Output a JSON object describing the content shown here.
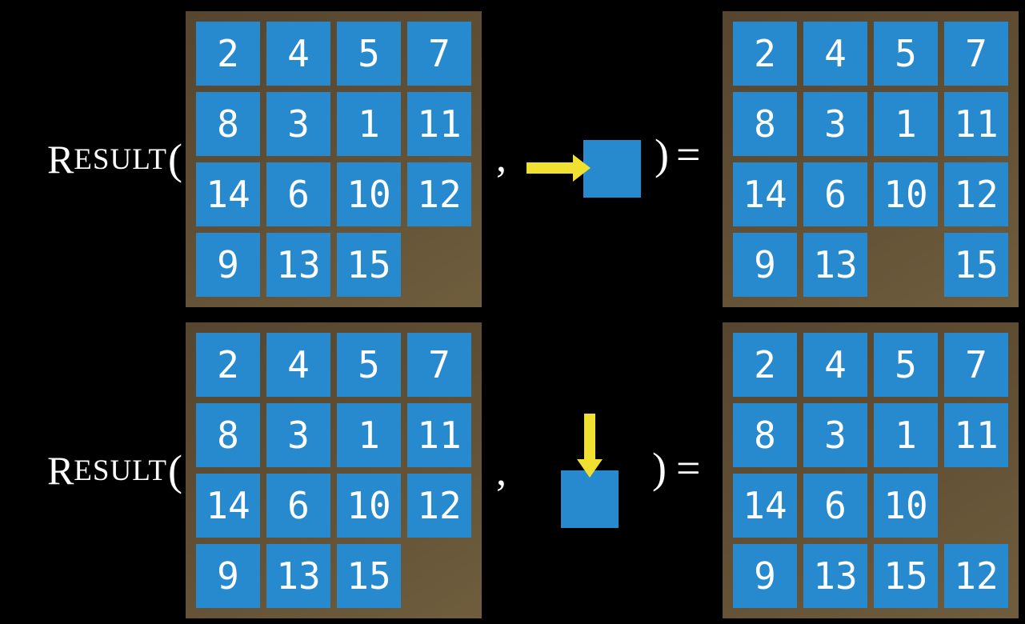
{
  "colors": {
    "background": "#000000",
    "tile_blue": "#2789ce",
    "frame_brown": "#5f4e33",
    "frame_brown_dark": "#564630",
    "frame_brown_light": "#6f5d3e",
    "arrow_yellow": "#f0e032",
    "text_white": "#ffffff"
  },
  "equations": [
    {
      "function_label": {
        "initial": "R",
        "small_caps": "ESULT"
      },
      "open_paren": "(",
      "comma": ",",
      "close_paren": ")",
      "equals": "=",
      "action": {
        "icon": "right-arrow-icon",
        "direction": "right"
      },
      "input_grid": {
        "rows": [
          [
            "2",
            "4",
            "5",
            "7"
          ],
          [
            "8",
            "3",
            "1",
            "11"
          ],
          [
            "14",
            "6",
            "10",
            "12"
          ],
          [
            "9",
            "13",
            "15",
            ""
          ]
        ]
      },
      "result_grid": {
        "rows": [
          [
            "2",
            "4",
            "5",
            "7"
          ],
          [
            "8",
            "3",
            "1",
            "11"
          ],
          [
            "14",
            "6",
            "10",
            "12"
          ],
          [
            "9",
            "13",
            "",
            "15"
          ]
        ]
      }
    },
    {
      "function_label": {
        "initial": "R",
        "small_caps": "ESULT"
      },
      "open_paren": "(",
      "comma": ",",
      "close_paren": ")",
      "equals": "=",
      "action": {
        "icon": "down-arrow-icon",
        "direction": "down"
      },
      "input_grid": {
        "rows": [
          [
            "2",
            "4",
            "5",
            "7"
          ],
          [
            "8",
            "3",
            "1",
            "11"
          ],
          [
            "14",
            "6",
            "10",
            "12"
          ],
          [
            "9",
            "13",
            "15",
            ""
          ]
        ]
      },
      "result_grid": {
        "rows": [
          [
            "2",
            "4",
            "5",
            "7"
          ],
          [
            "8",
            "3",
            "1",
            "11"
          ],
          [
            "14",
            "6",
            "10",
            ""
          ],
          [
            "9",
            "13",
            "15",
            "12"
          ]
        ]
      }
    }
  ]
}
